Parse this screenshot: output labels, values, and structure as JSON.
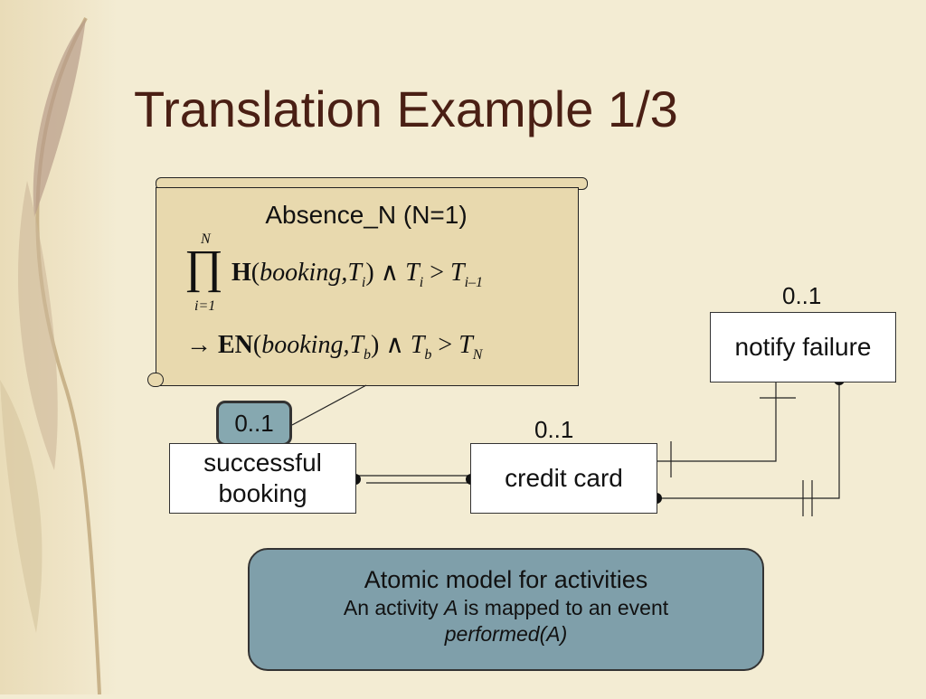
{
  "slide": {
    "title": "Translation Example 1/3"
  },
  "formula": {
    "heading": "Absence_N (N=1)",
    "line1": {
      "prod_upper": "N",
      "prod_lower": "i=1",
      "op": "H",
      "args": "booking,T",
      "arg_sub": "i",
      "tail_left": "T",
      "tail_left_sub": "i",
      "tail_right": "T",
      "tail_right_sub": "i–1"
    },
    "line2": {
      "arrow": "→",
      "op": "EN",
      "args": "booking,T",
      "arg_sub": "b",
      "tail_left": "T",
      "tail_left_sub": "b",
      "tail_right": "T",
      "tail_right_sub": "N"
    }
  },
  "diagram": {
    "activities": [
      {
        "name": "successful-booking",
        "label_line1": "successful",
        "label_line2": "booking",
        "cardinality": "0..1"
      },
      {
        "name": "credit-card",
        "label": "credit card",
        "cardinality": "0..1"
      },
      {
        "name": "notify-failure",
        "label": "notify failure",
        "cardinality": "0..1"
      }
    ]
  },
  "atomic": {
    "heading": "Atomic model for activities",
    "line1_pre": "An activity ",
    "line1_var": "A",
    "line1_post": " is mapped to an event",
    "line2": "performed(A)"
  },
  "colors": {
    "background": "#f3ecd3",
    "title": "#4a1f14",
    "scroll": "#e8d9ae",
    "highlight": "#86a8b0",
    "atomic_box": "#7f9faa"
  }
}
